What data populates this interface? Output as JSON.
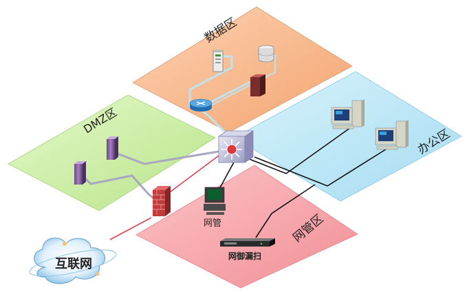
{
  "zones": {
    "data": {
      "label": "数据区",
      "color": "#f6b486"
    },
    "dmz": {
      "label": "DMZ区",
      "color": "#c8ee9c"
    },
    "office": {
      "label": "办公区",
      "color": "#b6e6f7"
    },
    "mgmt": {
      "label": "网管区",
      "color": "#f7a4a9"
    }
  },
  "devices": {
    "mgmt_pc_label": "网管",
    "scanner_label": "网御漏扫",
    "internet_label": "互联网"
  },
  "colors": {
    "gray_link": "#a7a7c2",
    "black_link": "#111111",
    "red_link": "#d9434b",
    "data_link": "#bfe3ef"
  }
}
